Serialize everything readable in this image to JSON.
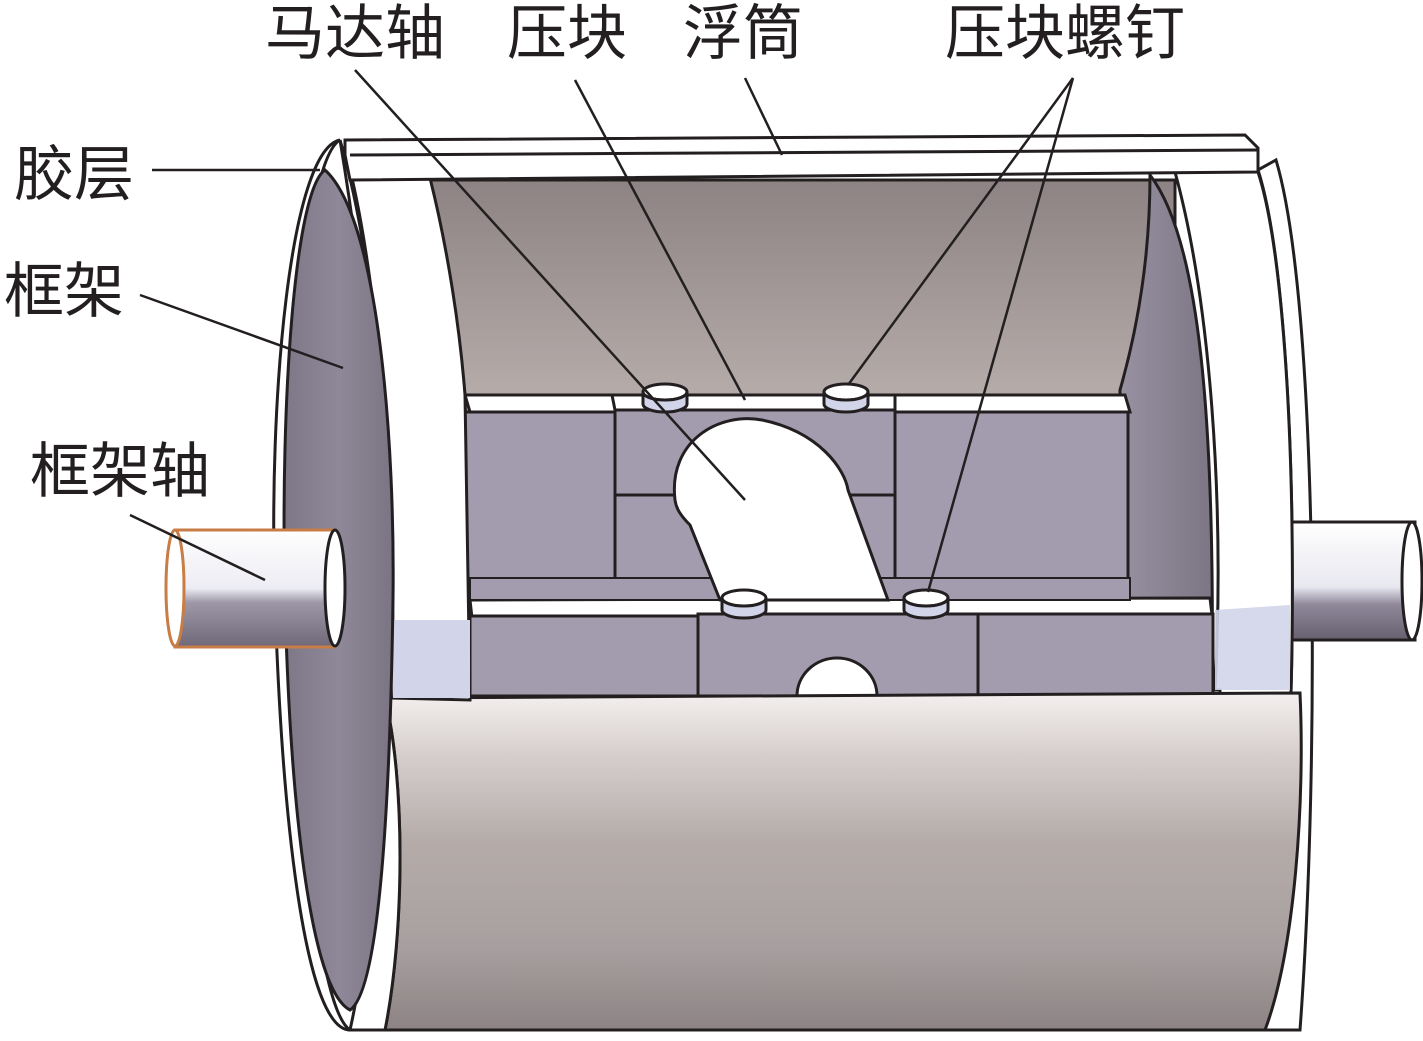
{
  "labels": {
    "motor_shaft": "马达轴",
    "press_block": "压块",
    "float_cylinder": "浮筒",
    "press_block_screw": "压块螺钉",
    "glue_layer": "胶层",
    "frame": "框架",
    "frame_shaft": "框架轴"
  },
  "colors": {
    "outline": "#231f20",
    "inner_wall_dark": "#8e8384",
    "inner_wall_light": "#b4aaa8",
    "block": "#a39cae",
    "end_face": "#8b8594",
    "white_part": "#ffffff",
    "shaft_copper": "#c77d45",
    "highlight_blue": "#d2d4ea"
  }
}
